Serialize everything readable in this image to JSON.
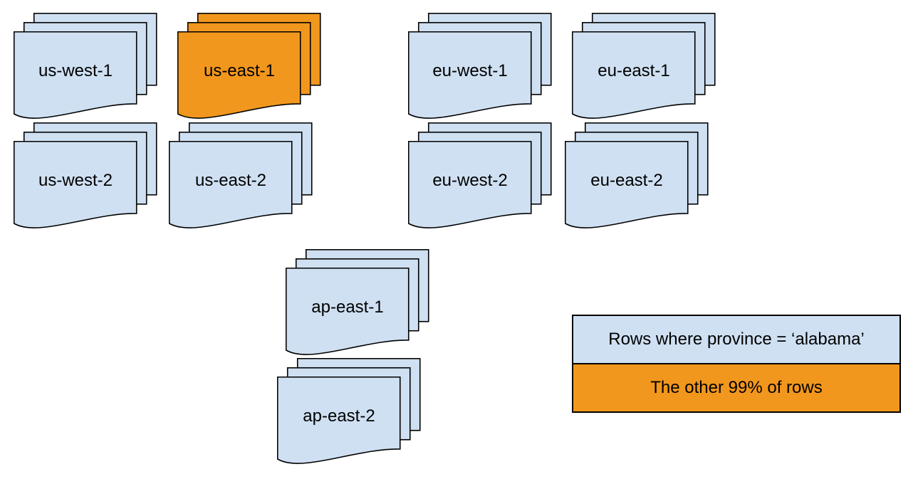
{
  "colors": {
    "partition_fill": "#CFE0F2",
    "highlight_fill": "#F2971D",
    "stroke": "#000000",
    "text": "#000000",
    "background": "#FFFFFF"
  },
  "stacks": [
    {
      "label": "us-west-1",
      "variant": "blue"
    },
    {
      "label": "us-east-1",
      "variant": "orange"
    },
    {
      "label": "eu-west-1",
      "variant": "blue"
    },
    {
      "label": "eu-east-1",
      "variant": "blue"
    },
    {
      "label": "us-west-2",
      "variant": "blue"
    },
    {
      "label": "us-east-2",
      "variant": "blue"
    },
    {
      "label": "eu-west-2",
      "variant": "blue"
    },
    {
      "label": "eu-east-2",
      "variant": "blue"
    },
    {
      "label": "ap-east-1",
      "variant": "blue"
    },
    {
      "label": "ap-east-2",
      "variant": "blue"
    }
  ],
  "legend": {
    "items": [
      {
        "label": "Rows where province = ‘alabama’",
        "variant": "blue"
      },
      {
        "label": "The other 99% of rows",
        "variant": "orange"
      }
    ]
  }
}
